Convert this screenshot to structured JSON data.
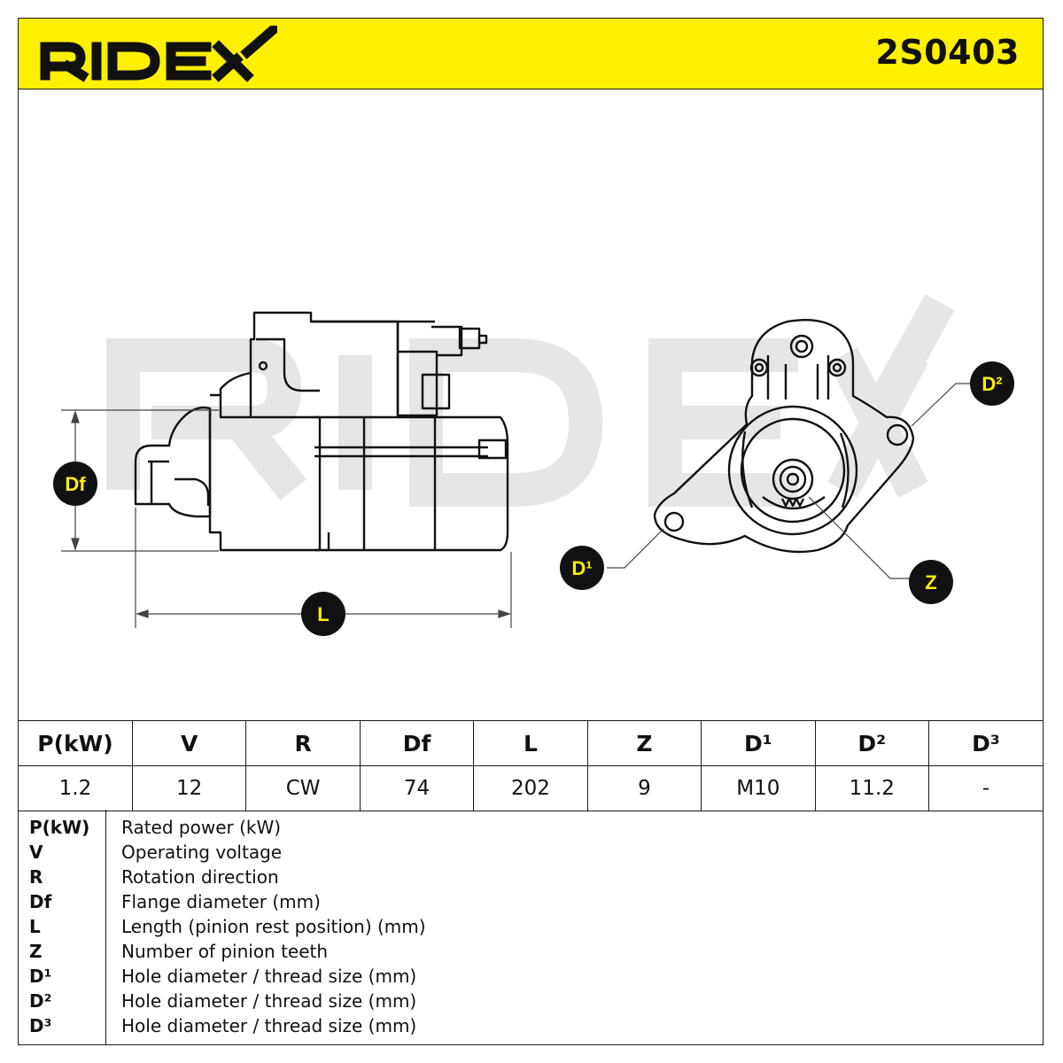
{
  "header": {
    "brand": "RIDEX",
    "part_number": "2S0403",
    "accent_color": "#fdf100"
  },
  "diagram": {
    "watermark": "RIDEX",
    "labels": {
      "df": "Df",
      "l": "L",
      "d1": "D¹",
      "d2": "D²",
      "z": "Z"
    }
  },
  "spec_table": {
    "headers": [
      "P(kW)",
      "V",
      "R",
      "Df",
      "L",
      "Z",
      "D¹",
      "D²",
      "D³"
    ],
    "values": [
      "1.2",
      "12",
      "CW",
      "74",
      "202",
      "9",
      "M10",
      "11.2",
      "-"
    ]
  },
  "legend": [
    {
      "key": "P(kW)",
      "desc": "Rated power (kW)"
    },
    {
      "key": "V",
      "desc": "Operating voltage"
    },
    {
      "key": "R",
      "desc": "Rotation direction"
    },
    {
      "key": "Df",
      "desc": "Flange diameter (mm)"
    },
    {
      "key": "L",
      "desc": "Length (pinion rest position) (mm)"
    },
    {
      "key": "Z",
      "desc": "Number of pinion teeth"
    },
    {
      "key": "D¹",
      "desc": "Hole diameter / thread size (mm)"
    },
    {
      "key": "D²",
      "desc": "Hole diameter / thread size (mm)"
    },
    {
      "key": "D³",
      "desc": "Hole diameter / thread size (mm)"
    }
  ]
}
